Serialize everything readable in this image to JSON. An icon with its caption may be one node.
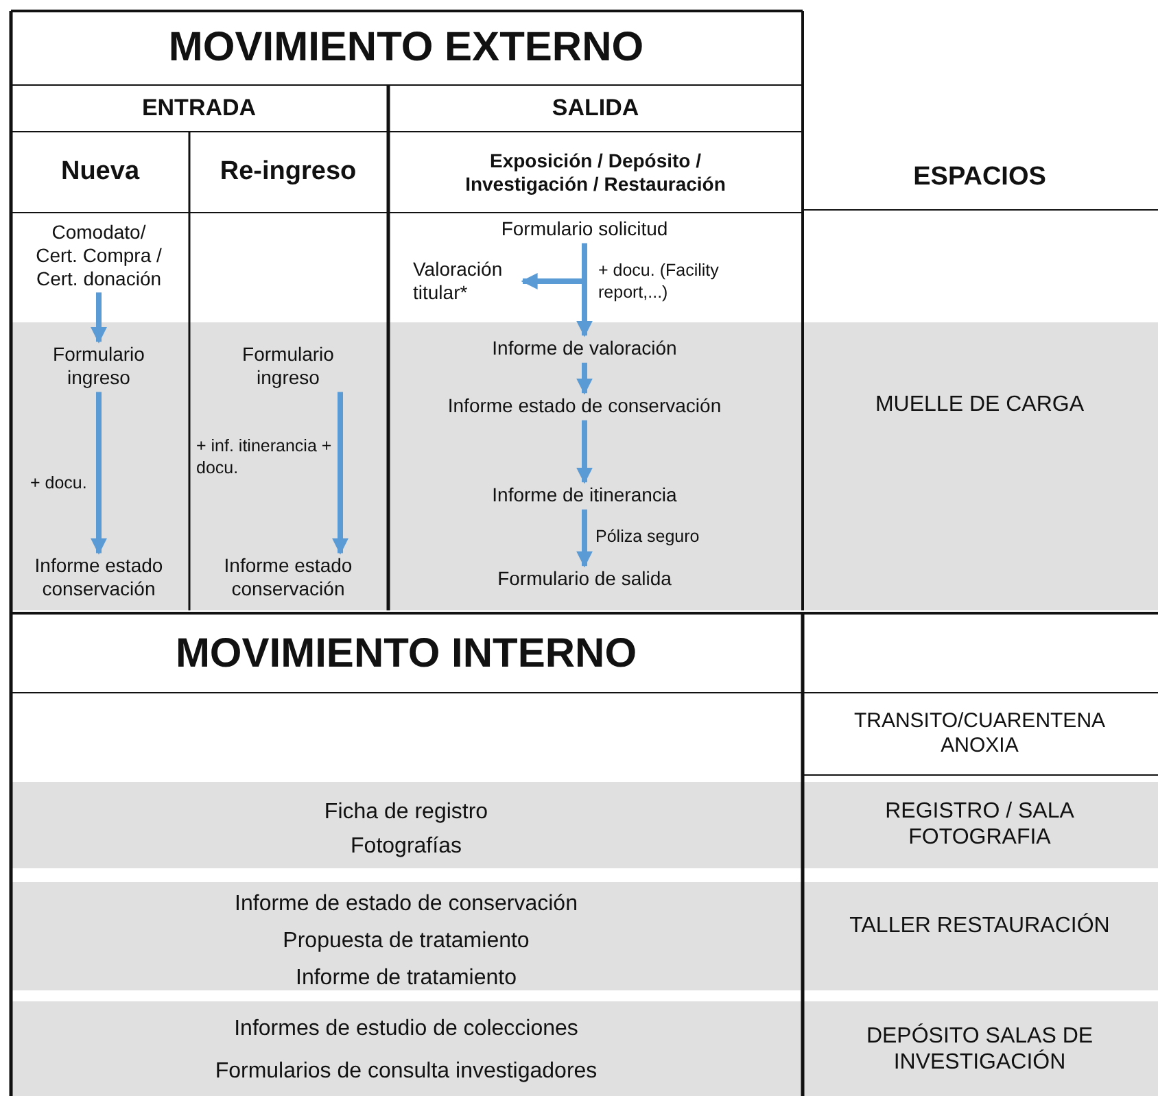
{
  "diagram": {
    "nodes": [
      {
        "text": [
          "Comodato/ Cert. Compra / Cert. donación"
        ]
      },
      {
        "text": [
          "Formulario ingreso"
        ]
      },
      {
        "text": [
          "Informe estado conservación"
        ]
      },
      {
        "text": [
          "Formulario ingreso"
        ]
      },
      {
        "text": [
          "Informe estado conservación"
        ]
      },
      {
        "text": [
          "Formulario solicitud"
        ]
      },
      {
        "text": [
          "Valoración titular*"
        ]
      },
      {
        "text": [
          "Informe de valoración"
        ]
      },
      {
        "text": [
          "Informe estado de conservación"
        ]
      },
      {
        "text": [
          "Informe de itinerancia"
        ]
      },
      {
        "text": [
          "Formulario de salida"
        ]
      }
    ],
    "edges": [
      {
        "from": 0,
        "to": 1,
        "arrow": "to"
      },
      {
        "from": 1,
        "to": 2,
        "arrow": "to",
        "label": "+ docu."
      },
      {
        "from": 3,
        "to": 4,
        "arrow": "to",
        "label": "+ inf. itinerancia + docu."
      },
      {
        "from": 5,
        "to": 7,
        "arrow": "to",
        "label": "+ docu. (Facility report,...)"
      },
      {
        "from": 5,
        "to": 6,
        "arrow": "to"
      },
      {
        "from": 7,
        "to": 8,
        "arrow": "to"
      },
      {
        "from": 8,
        "to": 9,
        "arrow": "to"
      },
      {
        "from": 9,
        "to": 10,
        "arrow": "to",
        "label": "Póliza seguro"
      }
    ],
    "labels": [
      "MOVIMIENTO EXTERNO",
      "ENTRADA",
      "SALIDA",
      "Nueva",
      "Re-ingreso",
      "Exposición / Depósito / Investigación / Restauración",
      "ESPACIOS",
      "MUELLE DE CARGA",
      "MOVIMIENTO INTERNO",
      "TRANSITO/CUARENTENA ANOXIA",
      "Ficha de registro",
      "Fotografías",
      "REGISTRO / SALA FOTOGRAFIA",
      "Informe de estado de conservación",
      "Propuesta de tratamiento",
      "Informe de tratamiento",
      "TALLER RESTAURACIÓN",
      "Informes de estudio de colecciones",
      "Formularios de consulta investigadores",
      "DEPÓSITO SALAS DE INVESTIGACIÓN"
    ]
  }
}
